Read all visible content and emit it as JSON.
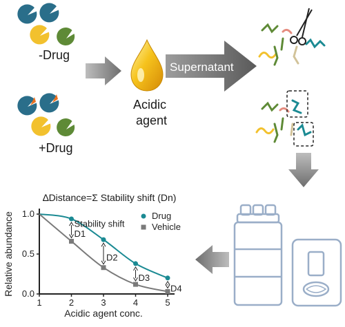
{
  "labels": {
    "minus_drug": "-Drug",
    "plus_drug": "+Drug",
    "acidic_line1": "Acidic",
    "acidic_line2": "agent",
    "supernatant": "Supernatant",
    "formula": "∆Distance=Σ Stability shift (Dn)",
    "stability_shift": "Stability shift"
  },
  "colors": {
    "pie_blue": "#2a6e8a",
    "pie_yellow": "#f2c12e",
    "pie_green": "#5e8a36",
    "pie_orange": "#e9701f",
    "drug_teal": "#1b8a93",
    "vehicle_gray": "#7a7a7a",
    "arrow_gray": "#7f7f7f",
    "instrument_blue": "#9aaec8"
  },
  "icons": [
    "pie-protein-icon",
    "drug-bound-protein-icon",
    "oil-drop-icon",
    "scissors-icon",
    "peptide-fragment-icon",
    "mass-spectrometer-icon"
  ],
  "chart_data": {
    "type": "line",
    "xlabel": "Acidic agent conc.",
    "ylabel": "Relative abundance",
    "xlim": [
      1,
      5
    ],
    "ylim": [
      0,
      1.0
    ],
    "xticks": [
      "1",
      "2",
      "3",
      "4",
      "5"
    ],
    "yticks": [
      "0.0",
      "0.5",
      "1.0"
    ],
    "legend_position": "top-right",
    "series": [
      {
        "name": "Drug",
        "color": "#1b8a93",
        "marker": "circle",
        "x": [
          1,
          2,
          3,
          4,
          5
        ],
        "y": [
          1.0,
          0.94,
          0.68,
          0.38,
          0.2
        ]
      },
      {
        "name": "Vehicle",
        "color": "#7a7a7a",
        "marker": "square",
        "x": [
          1,
          2,
          3,
          4,
          5
        ],
        "y": [
          1.0,
          0.66,
          0.33,
          0.12,
          0.03
        ]
      }
    ],
    "shifts": [
      {
        "label": "D1",
        "x": 2,
        "y_top": 0.94,
        "y_bottom": 0.66
      },
      {
        "label": "D2",
        "x": 3,
        "y_top": 0.68,
        "y_bottom": 0.33
      },
      {
        "label": "D3",
        "x": 4,
        "y_top": 0.38,
        "y_bottom": 0.12
      },
      {
        "label": "D4",
        "x": 5,
        "y_top": 0.2,
        "y_bottom": 0.03
      }
    ]
  }
}
